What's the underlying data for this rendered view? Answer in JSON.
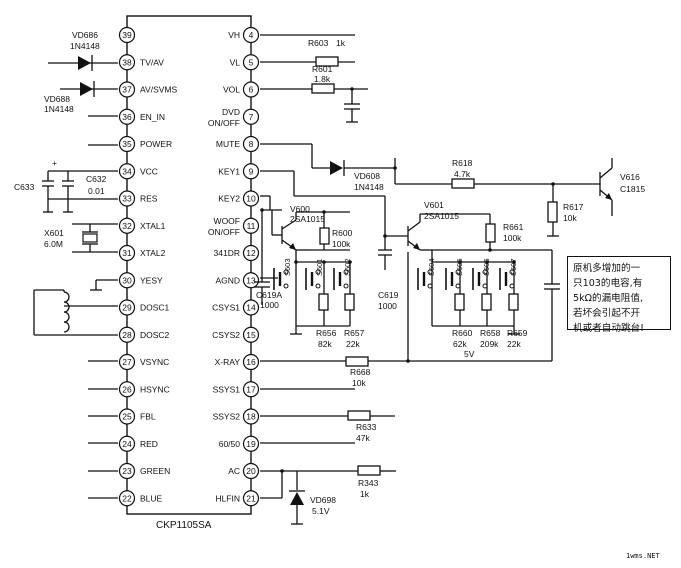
{
  "ic": {
    "name": "CKP1105SA",
    "left_pins": [
      {
        "num": "39",
        "label": ""
      },
      {
        "num": "38",
        "label": "TV/AV"
      },
      {
        "num": "37",
        "label": "AV/SVMS"
      },
      {
        "num": "36",
        "label": "EN_IN"
      },
      {
        "num": "35",
        "label": "POWER"
      },
      {
        "num": "34",
        "label": "VCC"
      },
      {
        "num": "33",
        "label": "RES"
      },
      {
        "num": "32",
        "label": "XTAL1"
      },
      {
        "num": "31",
        "label": "XTAL2"
      },
      {
        "num": "30",
        "label": "YESY"
      },
      {
        "num": "29",
        "label": "DOSC1"
      },
      {
        "num": "28",
        "label": "DOSC2"
      },
      {
        "num": "27",
        "label": "VSYNC"
      },
      {
        "num": "26",
        "label": "HSYNC"
      },
      {
        "num": "25",
        "label": "FBL"
      },
      {
        "num": "24",
        "label": "RED"
      },
      {
        "num": "23",
        "label": "GREEN"
      },
      {
        "num": "22",
        "label": "BLUE"
      }
    ],
    "right_pins": [
      {
        "num": "4",
        "label": "VH"
      },
      {
        "num": "5",
        "label": "VL"
      },
      {
        "num": "6",
        "label": "VOL"
      },
      {
        "num": "7",
        "label": "DVD",
        "label2": "ON/OFF"
      },
      {
        "num": "8",
        "label": "MUTE"
      },
      {
        "num": "9",
        "label": "KEY1"
      },
      {
        "num": "10",
        "label": "KEY2"
      },
      {
        "num": "11",
        "label": "WOOF",
        "label2": "ON/OFF"
      },
      {
        "num": "12",
        "label": "341DR"
      },
      {
        "num": "13",
        "label": "AGND"
      },
      {
        "num": "14",
        "label": "CSYS1"
      },
      {
        "num": "15",
        "label": "CSYS2"
      },
      {
        "num": "16",
        "label": "X-RAY"
      },
      {
        "num": "17",
        "label": "SSYS1"
      },
      {
        "num": "18",
        "label": "SSYS2"
      },
      {
        "num": "19",
        "label": "60/50"
      },
      {
        "num": "20",
        "label": "AC"
      },
      {
        "num": "21",
        "label": "HLFIN"
      }
    ]
  },
  "parts": {
    "vd686": {
      "ref": "VD686",
      "val": "1N4148"
    },
    "vd688": {
      "ref": "VD688",
      "val": "1N4148"
    },
    "c632": {
      "ref": "C632",
      "val": "0.01"
    },
    "c633": {
      "ref": "C633"
    },
    "x601": {
      "ref": "X601",
      "val": "6.0M"
    },
    "r603": {
      "ref": "R603",
      "val": "1k"
    },
    "r601": {
      "ref": "R601",
      "val": "1.8k"
    },
    "vd608": {
      "ref": "VD608",
      "val": "1N4148"
    },
    "r618": {
      "ref": "R618",
      "val": "4.7k"
    },
    "v616": {
      "ref": "V616",
      "val": "C1815"
    },
    "r617": {
      "ref": "R617",
      "val": "10k"
    },
    "v600": {
      "ref": "V600",
      "val": "2SA1015"
    },
    "r600": {
      "ref": "R600",
      "val": "100k"
    },
    "v601": {
      "ref": "V601",
      "val": "2SA1015"
    },
    "r661": {
      "ref": "R661",
      "val": "100k"
    },
    "c619a": {
      "ref": "C619A",
      "val": "1000"
    },
    "c619": {
      "ref": "C619",
      "val": "1000"
    },
    "r656": {
      "ref": "R656",
      "val": "82k"
    },
    "r657": {
      "ref": "R657",
      "val": "22k"
    },
    "r660": {
      "ref": "R660",
      "val": "62k"
    },
    "r658": {
      "ref": "R658",
      "val": "209k"
    },
    "r659": {
      "ref": "R659",
      "val": "22k"
    },
    "r668": {
      "ref": "R668",
      "val": "10k"
    },
    "r633": {
      "ref": "R633",
      "val": "47k"
    },
    "r343": {
      "ref": "R343",
      "val": "1k"
    },
    "vd698": {
      "ref": "VD698",
      "val": "5.1V"
    },
    "v5": "5V",
    "switches": [
      "S603",
      "S601",
      "S602",
      "S604",
      "S605",
      "S606",
      "S607"
    ]
  },
  "note": "原机多增加的一\n只103的电容,有\n5kΩ的漏电阻值,\n若坏会引起不开\n机或者自动跳台!",
  "watermark": "1wms.NET"
}
